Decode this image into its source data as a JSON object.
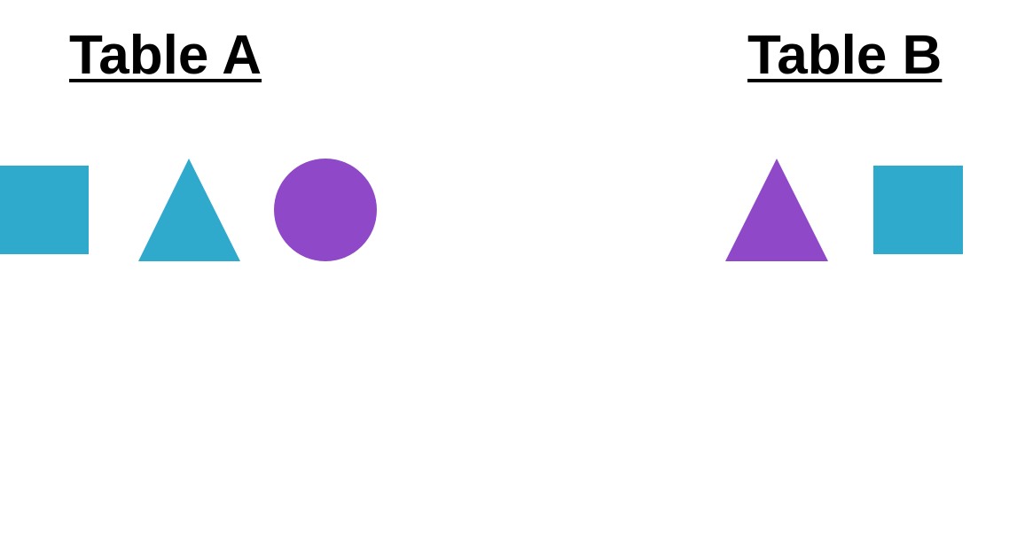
{
  "tables": [
    {
      "id": "a",
      "title": "Table A",
      "shapes": [
        {
          "kind": "square",
          "color": "#2fa9cc"
        },
        {
          "kind": "triangle",
          "color": "#2fa9cc"
        },
        {
          "kind": "circle",
          "color": "#8e48c8"
        }
      ]
    },
    {
      "id": "b",
      "title": "Table B",
      "shapes": [
        {
          "kind": "triangle",
          "color": "#8e48c8"
        },
        {
          "kind": "square",
          "color": "#2fa9cc"
        }
      ]
    }
  ]
}
